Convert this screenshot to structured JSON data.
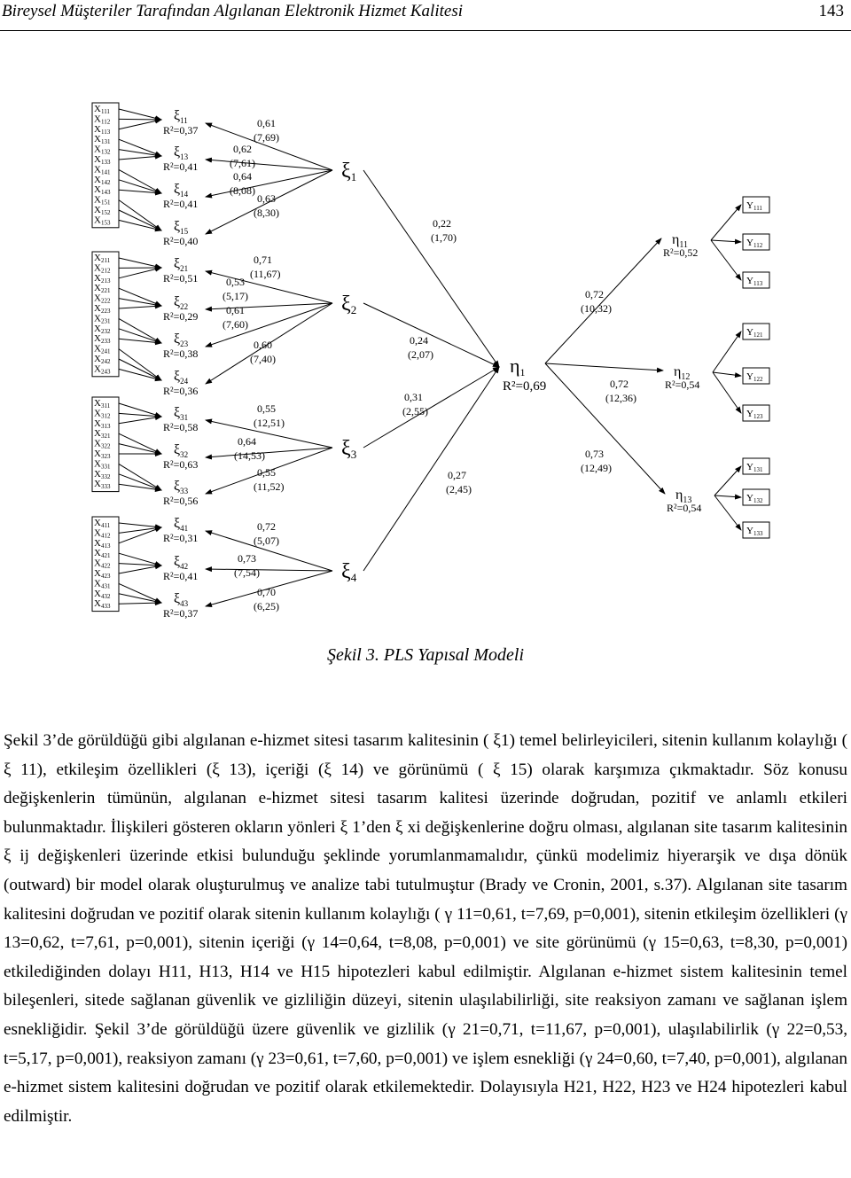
{
  "header": {
    "title": "Bireysel Müşteriler Tarafından Algılanan Elektronik Hizmet Kalitesi",
    "page": "143"
  },
  "figure": {
    "caption": "Şekil 3. PLS Yapısal Modeli",
    "x_groups": [
      [
        "X111",
        "X112",
        "X113",
        "X131",
        "X132",
        "X133",
        "X141",
        "X142",
        "X143",
        "X151",
        "X152",
        "X153"
      ],
      [
        "X211",
        "X212",
        "X213",
        "X221",
        "X222",
        "X223",
        "X231",
        "X232",
        "X233",
        "X241",
        "X242",
        "X243"
      ],
      [
        "X311",
        "X312",
        "X313",
        "X321",
        "X322",
        "X323",
        "X331",
        "X332",
        "X333"
      ],
      [
        "X411",
        "X412",
        "X413",
        "X421",
        "X422",
        "X423",
        "X431",
        "X432",
        "X433"
      ]
    ],
    "first_order": [
      {
        "sym": "ξ",
        "sub": "11",
        "r2": "R²=0,37"
      },
      {
        "sym": "ξ",
        "sub": "13",
        "r2": "R²=0,41"
      },
      {
        "sym": "ξ",
        "sub": "14",
        "r2": "R²=0,41"
      },
      {
        "sym": "ξ",
        "sub": "15",
        "r2": "R²=0,40"
      },
      {
        "sym": "ξ",
        "sub": "21",
        "r2": "R²=0,51"
      },
      {
        "sym": "ξ",
        "sub": "22",
        "r2": "R²=0,29"
      },
      {
        "sym": "ξ",
        "sub": "23",
        "r2": "R²=0,38"
      },
      {
        "sym": "ξ",
        "sub": "24",
        "r2": "R²=0,36"
      },
      {
        "sym": "ξ",
        "sub": "31",
        "r2": "R²=0,58"
      },
      {
        "sym": "ξ",
        "sub": "32",
        "r2": "R²=0,63"
      },
      {
        "sym": "ξ",
        "sub": "33",
        "r2": "R²=0,56"
      },
      {
        "sym": "ξ",
        "sub": "41",
        "r2": "R²=0,31"
      },
      {
        "sym": "ξ",
        "sub": "42",
        "r2": "R²=0,41"
      },
      {
        "sym": "ξ",
        "sub": "43",
        "r2": "R²=0,37"
      }
    ],
    "path_labels": [
      [
        "0,61",
        "(7,69)"
      ],
      [
        "0,62",
        "(7,61)"
      ],
      [
        "0,64",
        "(8,08)"
      ],
      [
        "0,63",
        "(8,30)"
      ],
      [
        "0,71",
        "(11,67)"
      ],
      [
        "0,53",
        "(5,17)"
      ],
      [
        "0,61",
        "(7,60)"
      ],
      [
        "0,60",
        "(7,40)"
      ],
      [
        "0,55",
        "(12,51)"
      ],
      [
        "0,64",
        "(14,53)"
      ],
      [
        "0,55",
        "(11,52)"
      ],
      [
        "0,72",
        "(5,07)"
      ],
      [
        "0,73",
        "(7,54)"
      ],
      [
        "0,70",
        "(6,25)"
      ]
    ],
    "second_order": [
      {
        "sym": "ξ",
        "sub": "1"
      },
      {
        "sym": "ξ",
        "sub": "2"
      },
      {
        "sym": "ξ",
        "sub": "3"
      },
      {
        "sym": "ξ",
        "sub": "4"
      }
    ],
    "to_eta1": [
      [
        "0,22",
        "(1,70)"
      ],
      [
        "0,24",
        "(2,07)"
      ],
      [
        "0,31",
        "(2,55)"
      ],
      [
        "0,27",
        "(2,45)"
      ]
    ],
    "eta1": {
      "sym": "η",
      "sub": "1",
      "r2": "R²=0,69"
    },
    "from_eta1": [
      [
        "0,72",
        "(10,32)"
      ],
      [
        "0,72",
        "(12,36)"
      ],
      [
        "0,73",
        "(12,49)"
      ]
    ],
    "eta2": [
      {
        "sym": "η",
        "sub": "11",
        "r2": "R²=0,52"
      },
      {
        "sym": "η",
        "sub": "12",
        "r2": "R²=0,54"
      },
      {
        "sym": "η",
        "sub": "13",
        "r2": "R²=0,54"
      }
    ],
    "y_items": [
      "Y111",
      "Y112",
      "Y113",
      "Y121",
      "Y122",
      "Y123",
      "Y131",
      "Y132",
      "Y133"
    ]
  },
  "paragraph": "Şekil 3’de görüldüğü gibi algılanan e-hizmet sitesi tasarım kalitesinin ( ξ1) temel belirleyicileri, sitenin kullanım kolaylığı ( ξ 11), etkileşim özellikleri (ξ 13), içeriği (ξ 14) ve görünümü ( ξ 15) olarak karşımıza çıkmaktadır. Söz konusu değişkenlerin tümünün, algılanan e-hizmet sitesi tasarım kalitesi üzerinde doğrudan, pozitif ve anlamlı etkileri bulunmaktadır. İlişkileri gösteren okların yönleri ξ 1’den ξ xi değişkenlerine doğru olması, algılanan site tasarım kalitesinin ξ ij değişkenleri üzerinde etkisi bulunduğu şeklinde yorumlanmamalıdır, çünkü modelimiz hiyerarşik ve dışa dönük (outward) bir model olarak oluşturulmuş ve analize tabi tutulmuştur (Brady ve Cronin, 2001, s.37). Algılanan site tasarım kalitesini doğrudan ve pozitif olarak sitenin kullanım kolaylığı ( γ 11=0,61, t=7,69, p=0,001), sitenin etkileşim özellikleri (γ 13=0,62, t=7,61, p=0,001), sitenin içeriği (γ 14=0,64, t=8,08, p=0,001) ve site görünümü (γ 15=0,63, t=8,30, p=0,001) etkilediğinden dolayı H11, H13, H14 ve H15 hipotezleri kabul edilmiştir. Algılanan e-hizmet sistem kalitesinin temel bileşenleri, sitede sağlanan güvenlik ve gizliliğin düzeyi, sitenin ulaşılabilirliği, site reaksiyon zamanı ve sağlanan işlem esnekliğidir. Şekil 3’de görüldüğü üzere güvenlik ve gizlilik (γ 21=0,71, t=11,67, p=0,001), ulaşılabilirlik (γ 22=0,53, t=5,17, p=0,001), reaksiyon zamanı (γ 23=0,61, t=7,60, p=0,001) ve işlem esnekliği (γ 24=0,60, t=7,40, p=0,001), algılanan e-hizmet sistem kalitesini doğrudan ve pozitif olarak etkilemektedir. Dolayısıyla H21, H22, H23 ve H24 hipotezleri kabul edilmiştir."
}
